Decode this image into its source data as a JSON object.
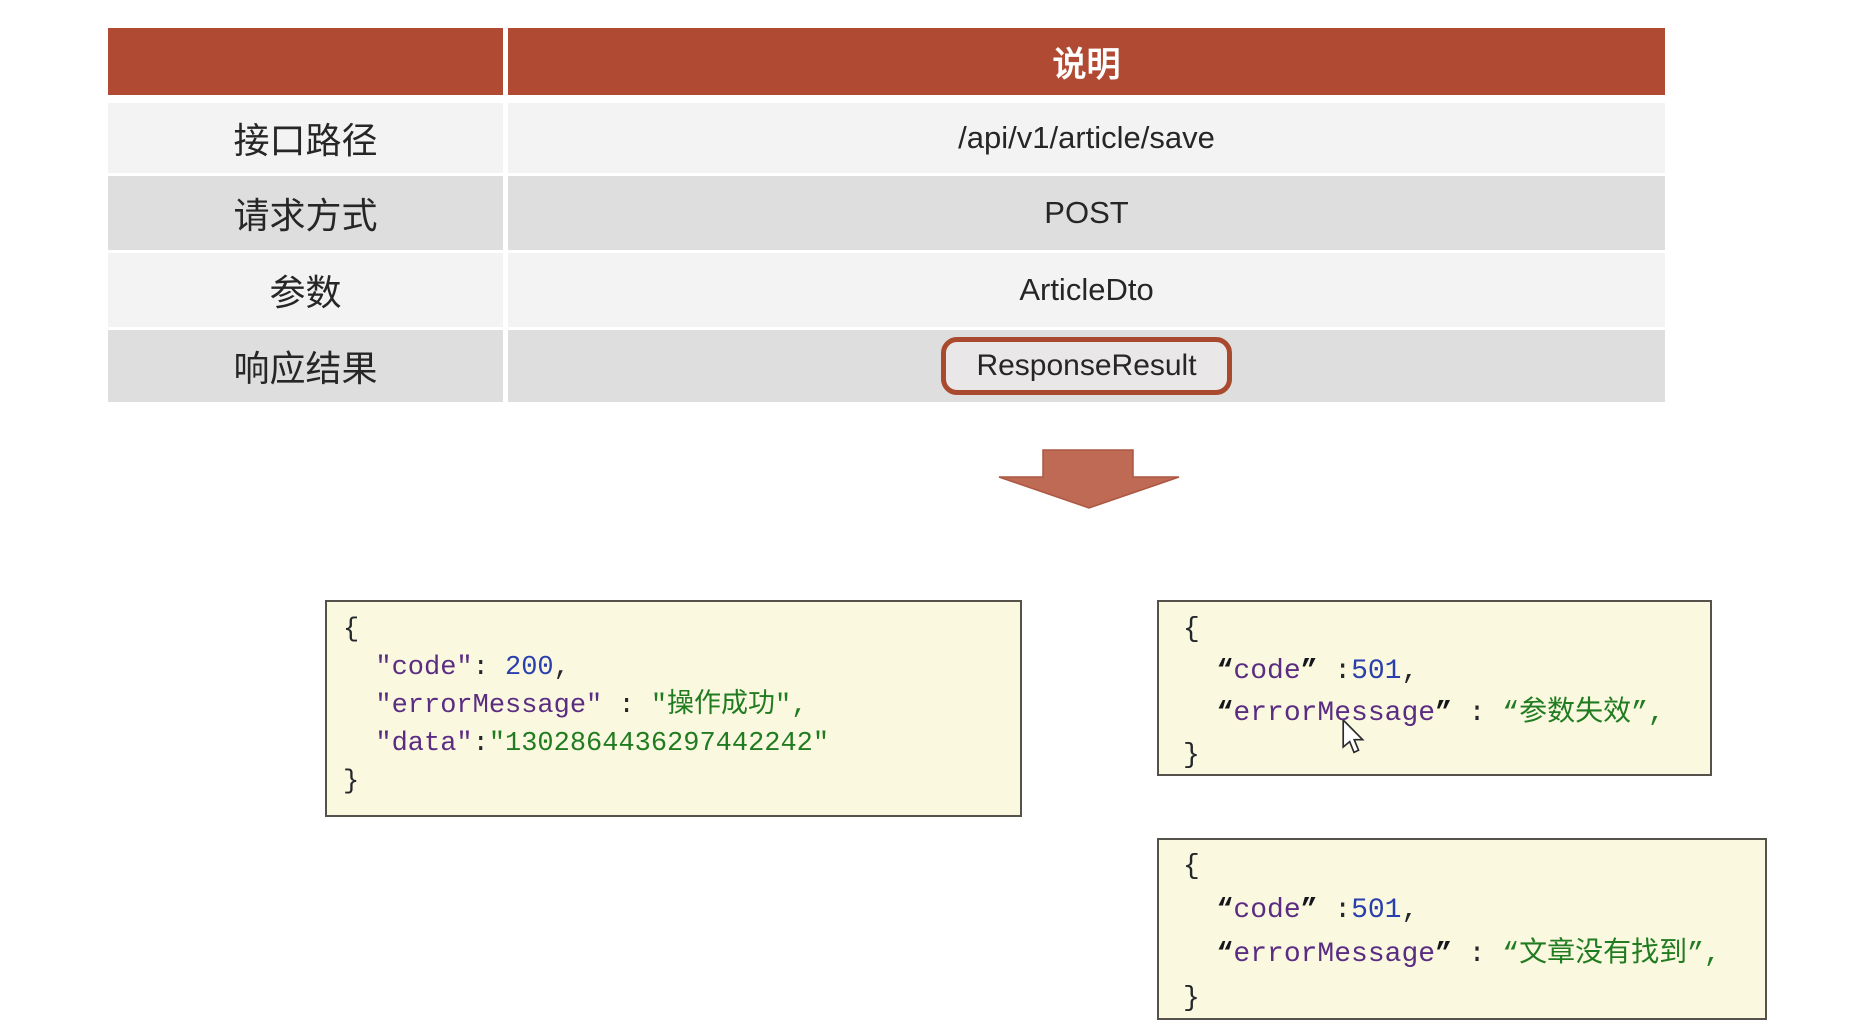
{
  "table": {
    "header": {
      "col1_label": "",
      "col2_label": "说明"
    },
    "rows": [
      {
        "label": "接口路径",
        "value": "/api/v1/article/save",
        "highlighted": false
      },
      {
        "label": "请求方式",
        "value": "POST",
        "highlighted": false
      },
      {
        "label": "参数",
        "value": "ArticleDto",
        "highlighted": false
      },
      {
        "label": "响应结果",
        "value": "ResponseResult",
        "highlighted": true
      }
    ],
    "colors": {
      "header_bg": "#b04a32",
      "header_text": "#ffffff",
      "row_light": "#f4f3f3",
      "row_gray": "#dfdede",
      "text": "#262626",
      "highlight_border": "#a94a2e"
    }
  },
  "arrow": {
    "direction": "down",
    "fill": "#bf6a54",
    "stroke": "#ab5741"
  },
  "code_colors": {
    "background": "#fbf8e0",
    "border": "#55524c",
    "key": "#5a2d82",
    "number": "#2a3fae",
    "string": "#217c21",
    "punctuation": "#24272b",
    "quote": "#16161d"
  },
  "code_blocks": [
    {
      "name": "success-response",
      "lines": [
        [
          {
            "t": "{",
            "k": "punctuation"
          }
        ],
        [
          {
            "t": "  ",
            "k": "punctuation"
          },
          {
            "t": "″code″",
            "k": "key"
          },
          {
            "t": ": ",
            "k": "punctuation"
          },
          {
            "t": "200",
            "k": "number"
          },
          {
            "t": ",",
            "k": "punctuation"
          }
        ],
        [
          {
            "t": "  ",
            "k": "punctuation"
          },
          {
            "t": "″errorMessage″",
            "k": "key"
          },
          {
            "t": " : ",
            "k": "punctuation"
          },
          {
            "t": "″操作成功″,",
            "k": "string"
          }
        ],
        [
          {
            "t": "  ",
            "k": "punctuation"
          },
          {
            "t": "″data″",
            "k": "key"
          },
          {
            "t": ":",
            "k": "punctuation"
          },
          {
            "t": "″1302864436297442242″",
            "k": "string"
          }
        ],
        [
          {
            "t": "}",
            "k": "punctuation"
          }
        ]
      ]
    },
    {
      "name": "error-param-invalid",
      "lines": [
        [
          {
            "t": "{",
            "k": "punctuation"
          }
        ],
        [
          {
            "t": "  ",
            "k": "punctuation"
          },
          {
            "t": "“",
            "k": "quote"
          },
          {
            "t": "code",
            "k": "key"
          },
          {
            "t": "”",
            "k": "quote"
          },
          {
            "t": " :",
            "k": "punctuation"
          },
          {
            "t": "501",
            "k": "number"
          },
          {
            "t": ",",
            "k": "punctuation"
          }
        ],
        [
          {
            "t": "  ",
            "k": "punctuation"
          },
          {
            "t": "“",
            "k": "quote"
          },
          {
            "t": "errorMessage",
            "k": "key"
          },
          {
            "t": "”",
            "k": "quote"
          },
          {
            "t": " : ",
            "k": "punctuation"
          },
          {
            "t": "“参数失效”,",
            "k": "string"
          }
        ],
        [
          {
            "t": "}",
            "k": "punctuation"
          }
        ]
      ]
    },
    {
      "name": "error-article-not-found",
      "lines": [
        [
          {
            "t": "{",
            "k": "punctuation"
          }
        ],
        [
          {
            "t": "  ",
            "k": "punctuation"
          },
          {
            "t": "“",
            "k": "quote"
          },
          {
            "t": "code",
            "k": "key"
          },
          {
            "t": "”",
            "k": "quote"
          },
          {
            "t": " :",
            "k": "punctuation"
          },
          {
            "t": "501",
            "k": "number"
          },
          {
            "t": ",",
            "k": "punctuation"
          }
        ],
        [
          {
            "t": "  ",
            "k": "punctuation"
          },
          {
            "t": "“",
            "k": "quote"
          },
          {
            "t": "errorMessage",
            "k": "key"
          },
          {
            "t": "”",
            "k": "quote"
          },
          {
            "t": " : ",
            "k": "punctuation"
          },
          {
            "t": "“文章没有找到”,",
            "k": "string"
          }
        ],
        [
          {
            "t": "}",
            "k": "punctuation"
          }
        ]
      ]
    }
  ]
}
